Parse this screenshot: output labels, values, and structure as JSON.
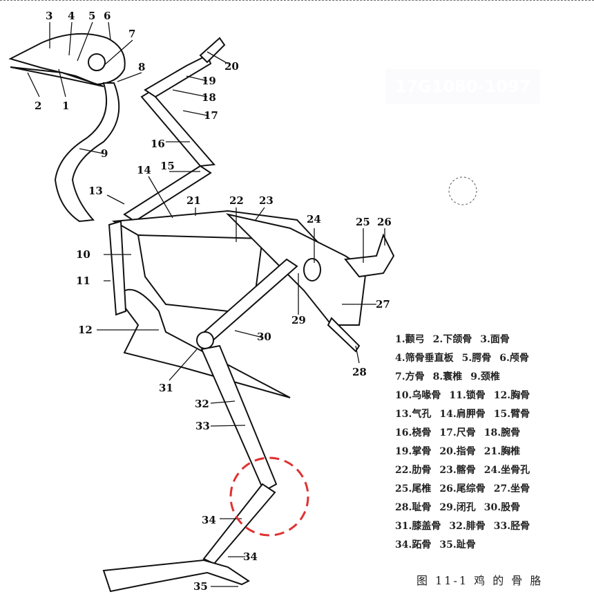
{
  "figure": {
    "caption": "图 11-1  鸡 的 骨 胳",
    "watermark": "17G1080-1097",
    "labels": {
      "l1": "1",
      "l2": "2",
      "l3": "3",
      "l4": "4",
      "l5": "5",
      "l6": "6",
      "l7": "7",
      "l8": "8",
      "l9": "9",
      "l10": "10",
      "l11": "11",
      "l12": "12",
      "l13": "13",
      "l14": "14",
      "l15": "15",
      "l16": "16",
      "l17": "17",
      "l18": "18",
      "l19": "19",
      "l20": "20",
      "l21": "21",
      "l22": "22",
      "l23": "23",
      "l24": "24",
      "l25": "25",
      "l26": "26",
      "l27": "27",
      "l28": "28",
      "l29": "29",
      "l30": "30",
      "l31": "31",
      "l32": "32",
      "l33": "33",
      "l34a": "34",
      "l34b": "34",
      "l35": "35"
    },
    "legend": [
      [
        "1.颧弓",
        "2.下颌骨",
        "3.面骨"
      ],
      [
        "4.筛骨垂直板",
        "5.腭骨",
        "6.颅骨"
      ],
      [
        "7.方骨",
        "8.寰椎",
        "9.颈椎"
      ],
      [
        "10.乌喙骨",
        "11.锁骨",
        "12.胸骨"
      ],
      [
        "13.气孔",
        "14.肩胛骨",
        "15.臂骨"
      ],
      [
        "16.桡骨",
        "17.尺骨",
        "18.腕骨"
      ],
      [
        "19.掌骨",
        "20.指骨",
        "21.胸椎"
      ],
      [
        "22.肋骨",
        "23.髂骨",
        "24.坐骨孔"
      ],
      [
        "25.尾椎",
        "26.尾综骨",
        "27.坐骨"
      ],
      [
        "28.耻骨",
        "29.闭孔",
        "30.股骨"
      ],
      [
        "31.膝盖骨",
        "32.腓骨",
        "33.胫骨"
      ],
      [
        "34.跖骨",
        "35.趾骨"
      ]
    ],
    "colors": {
      "highlight": "#e03030",
      "ink": "#111111"
    }
  }
}
